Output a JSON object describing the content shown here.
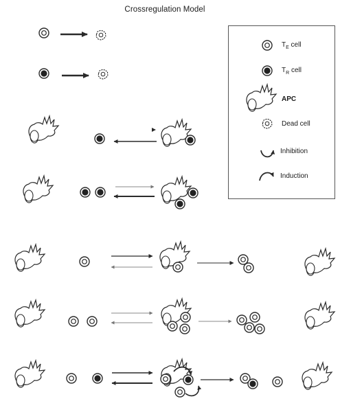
{
  "title": "Crossregulation Model",
  "legend": {
    "te_letter": "T",
    "te_sub": "E",
    "te_rest": " cell",
    "tr_letter": "T",
    "tr_sub": "R",
    "tr_rest": " cell",
    "apc": "APC",
    "dead": "Dead cell",
    "inhibition": "Inhibition",
    "induction": "Induction"
  },
  "colors": {
    "stroke": "#2a2a2a",
    "tr_fill": "#222222",
    "apc_fill": "#ffffff"
  },
  "icons": [
    "te-cell-icon",
    "tr-cell-icon",
    "apc-icon",
    "dead-cell-icon",
    "inhibition-icon",
    "induction-icon"
  ]
}
